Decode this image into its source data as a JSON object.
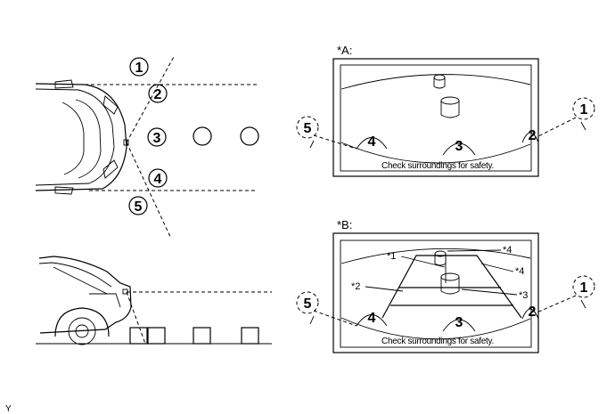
{
  "figure": {
    "corner_code": "Y",
    "panel_a_label": "*A:",
    "panel_b_label": "*B:",
    "screen_message": "Check surroundings for safety.",
    "callouts": [
      "*1",
      "*2",
      "*3",
      "*4"
    ],
    "zone_numbers": [
      "1",
      "2",
      "3",
      "4",
      "5"
    ]
  }
}
